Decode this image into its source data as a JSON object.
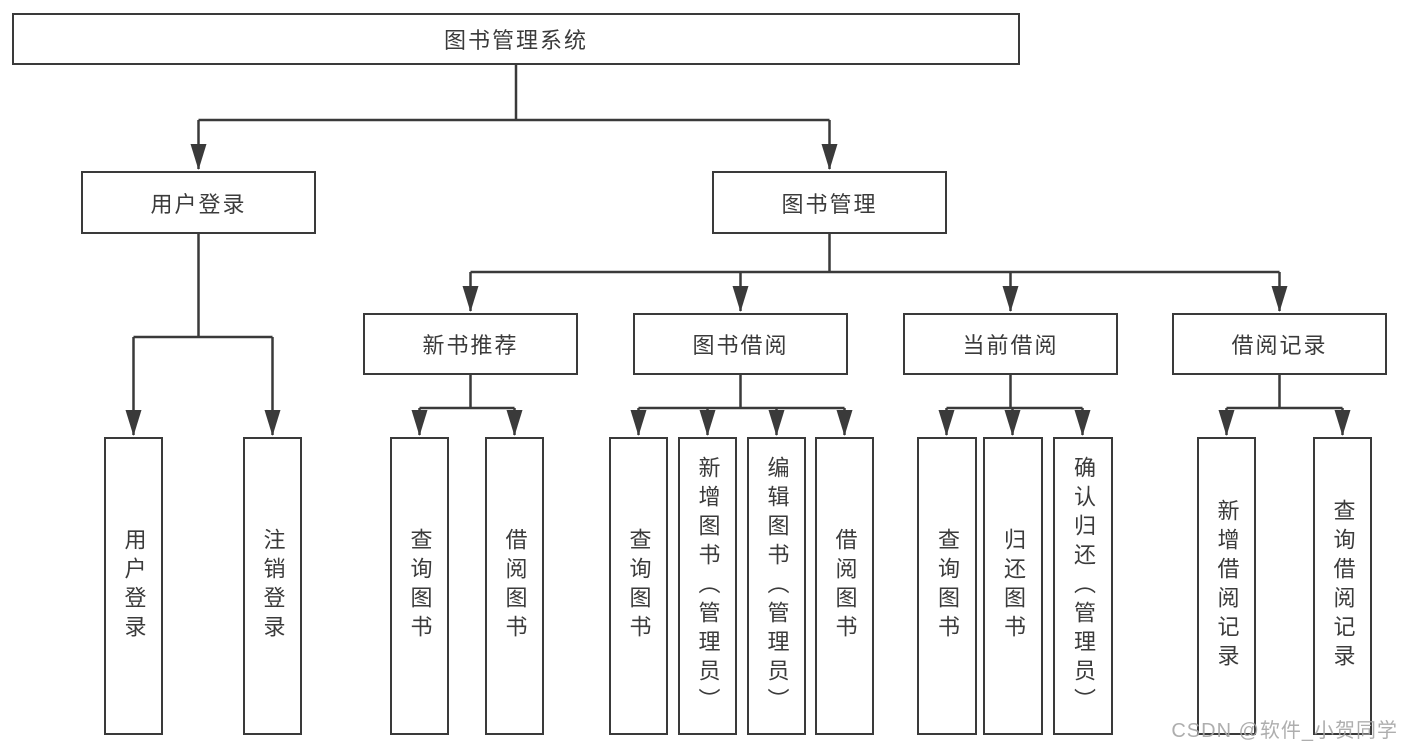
{
  "diagram": {
    "title": "图书管理系统",
    "root": {
      "label": "图书管理系统"
    },
    "level2": [
      {
        "id": "user-login",
        "label": "用户登录"
      },
      {
        "id": "book-management",
        "label": "图书管理"
      }
    ],
    "level3": [
      {
        "id": "new-book-recommendation",
        "label": "新书推荐"
      },
      {
        "id": "book-borrowing",
        "label": "图书借阅"
      },
      {
        "id": "current-borrowing",
        "label": "当前借阅"
      },
      {
        "id": "borrowing-records",
        "label": "借阅记录"
      }
    ],
    "leaves": [
      {
        "parent": "user-login",
        "label": "用户登录"
      },
      {
        "parent": "user-login",
        "label": "注销登录"
      },
      {
        "parent": "new-book-recommendation",
        "label": "查询图书"
      },
      {
        "parent": "new-book-recommendation",
        "label": "借阅图书"
      },
      {
        "parent": "book-borrowing",
        "label": "查询图书"
      },
      {
        "parent": "book-borrowing",
        "label": "新增图书（管理员）"
      },
      {
        "parent": "book-borrowing",
        "label": "编辑图书（管理员）"
      },
      {
        "parent": "book-borrowing",
        "label": "借阅图书"
      },
      {
        "parent": "current-borrowing",
        "label": "查询图书"
      },
      {
        "parent": "current-borrowing",
        "label": "归还图书"
      },
      {
        "parent": "current-borrowing",
        "label": "确认归还（管理员）"
      },
      {
        "parent": "borrowing-records",
        "label": "新增借阅记录"
      },
      {
        "parent": "borrowing-records",
        "label": "查询借阅记录"
      }
    ]
  },
  "watermark": {
    "text": "CSDN @软件_小贺同学"
  },
  "colors": {
    "line": "#3a3a3a",
    "text": "#3b3b3b",
    "box_background": "#ffffff",
    "watermark": "#a6a6a6",
    "page_background": "#ffffff"
  }
}
